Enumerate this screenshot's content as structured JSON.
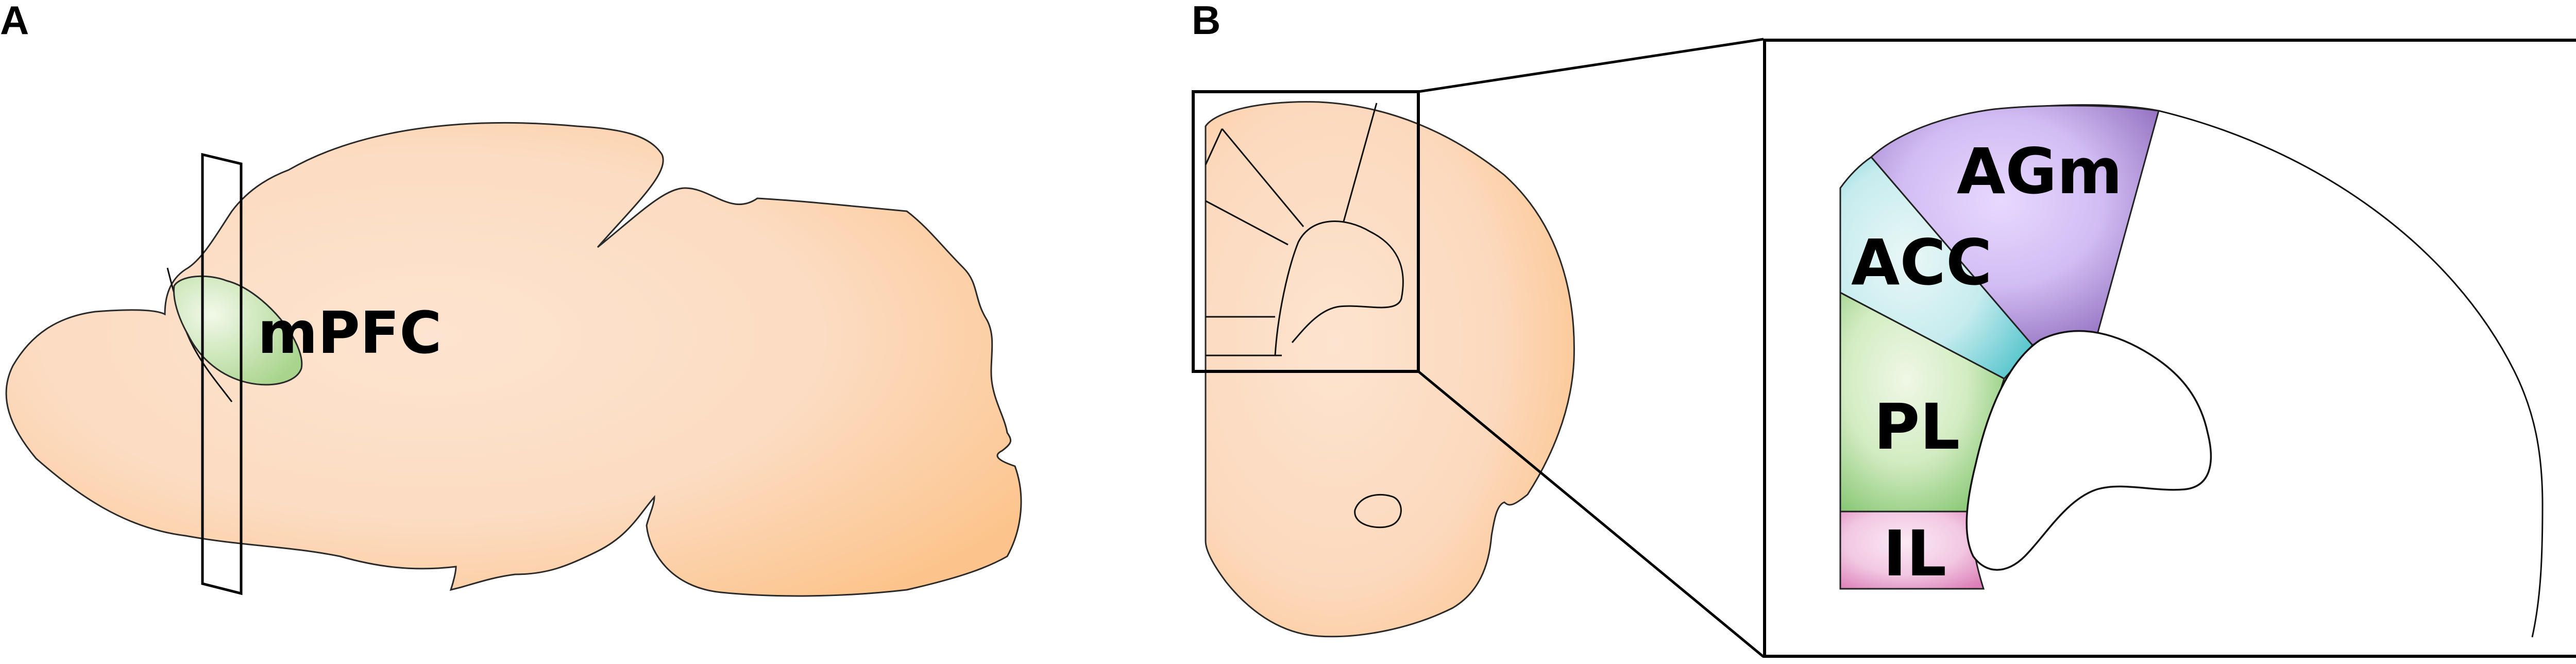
{
  "panels": {
    "a": {
      "letter": "A",
      "mpfc_label": "mPFC"
    },
    "b": {
      "letter": "B",
      "agm_label": "AGm",
      "acc_label": "ACC",
      "pl_label": "PL",
      "il_label": "IL"
    }
  },
  "colors": {
    "brain_light": "#fde4d0",
    "brain_dark": "#fcc48c",
    "mpfc_green": "#a8d48c",
    "agm_purple": "#8e6bbd",
    "acc_teal": "#5cc7cf",
    "pl_green": "#7fc36b",
    "il_pink": "#dc7fb8"
  }
}
